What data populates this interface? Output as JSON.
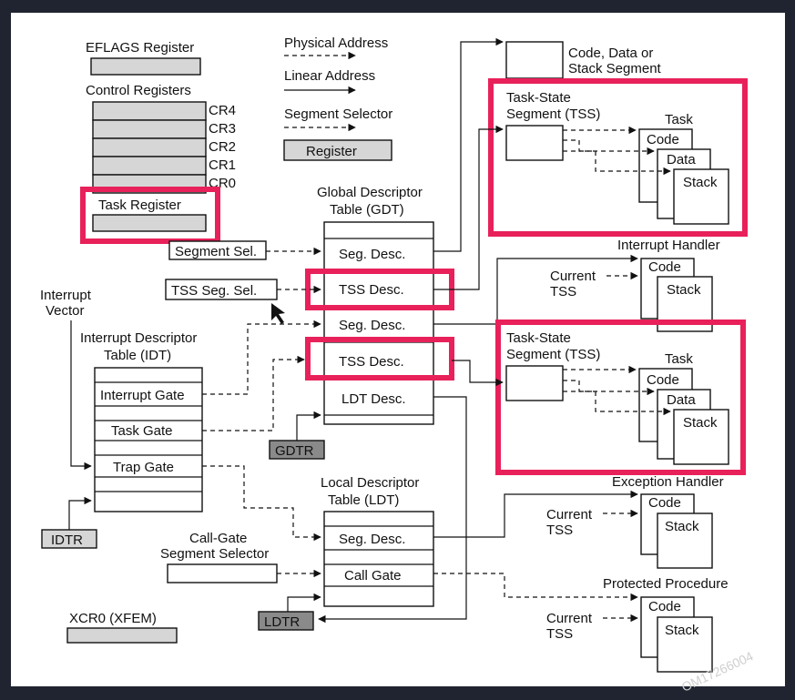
{
  "legend": {
    "eflags": "EFLAGS Register",
    "control_registers": "Control Registers",
    "physical_address": "Physical Address",
    "linear_address": "Linear Address",
    "segment_selector": "Segment Selector",
    "register": "Register"
  },
  "control_regs": [
    "CR4",
    "CR3",
    "CR2",
    "CR1",
    "CR0"
  ],
  "task_register": "Task Register",
  "segment_sel": "Segment Sel.",
  "tss_seg_sel": "TSS Seg. Sel.",
  "interrupt_vector": [
    "Interrupt",
    "Vector"
  ],
  "idt": {
    "title": [
      "Interrupt Descriptor",
      "Table (IDT)"
    ],
    "rows": [
      "Interrupt Gate",
      "Task Gate",
      "Trap Gate"
    ]
  },
  "idtr": "IDTR",
  "gdt": {
    "title": [
      "Global Descriptor",
      "Table (GDT)"
    ],
    "rows": [
      "Seg. Desc.",
      "TSS Desc.",
      "Seg. Desc.",
      "TSS Desc.",
      "LDT Desc."
    ]
  },
  "gdtr": "GDTR",
  "ldt": {
    "title": [
      "Local Descriptor",
      "Table (LDT)"
    ],
    "rows": [
      "Seg. Desc.",
      "Call Gate"
    ]
  },
  "ldtr": "LDTR",
  "call_gate_selector": [
    "Call-Gate",
    "Segment Selector"
  ],
  "xcr0": "XCR0 (XFEM)",
  "code_data_stack": [
    "Code, Data or",
    "Stack Segment"
  ],
  "tss_title": [
    "Task-State",
    "Segment (TSS)"
  ],
  "task": "Task",
  "code": "Code",
  "data": "Data",
  "stack": "Stack",
  "interrupt_handler": "Interrupt Handler",
  "exception_handler": "Exception Handler",
  "protected_procedure": "Protected Procedure",
  "current_tss": [
    "Current",
    "TSS"
  ],
  "watermark": "OM17266004",
  "colors": {
    "highlight": "#e8215a",
    "register_fill": "#d6d6d6",
    "dark_register_fill": "#8a8a8a",
    "backdrop": "#1f2430"
  }
}
